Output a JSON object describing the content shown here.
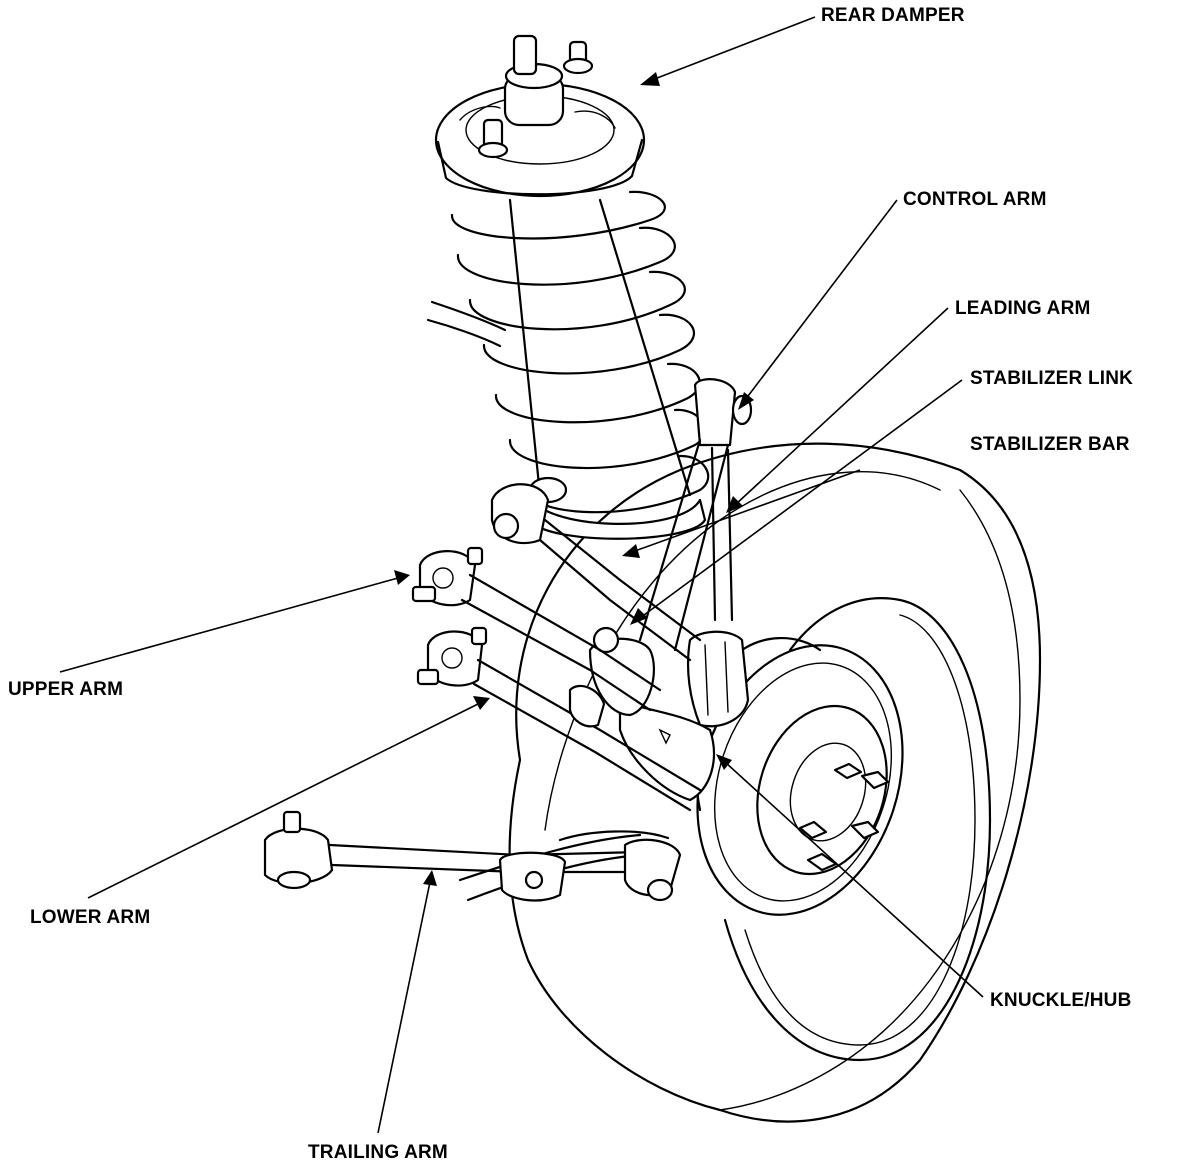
{
  "labels": {
    "rear_damper": "REAR DAMPER",
    "control_arm": "CONTROL ARM",
    "leading_arm": "LEADING ARM",
    "stabilizer_link": "STABILIZER LINK",
    "stabilizer_bar": "STABILIZER BAR",
    "upper_arm": "UPPER ARM",
    "lower_arm": "LOWER ARM",
    "knuckle_hub": "KNUCKLE/HUB",
    "trailing_arm": "TRAILING ARM"
  }
}
